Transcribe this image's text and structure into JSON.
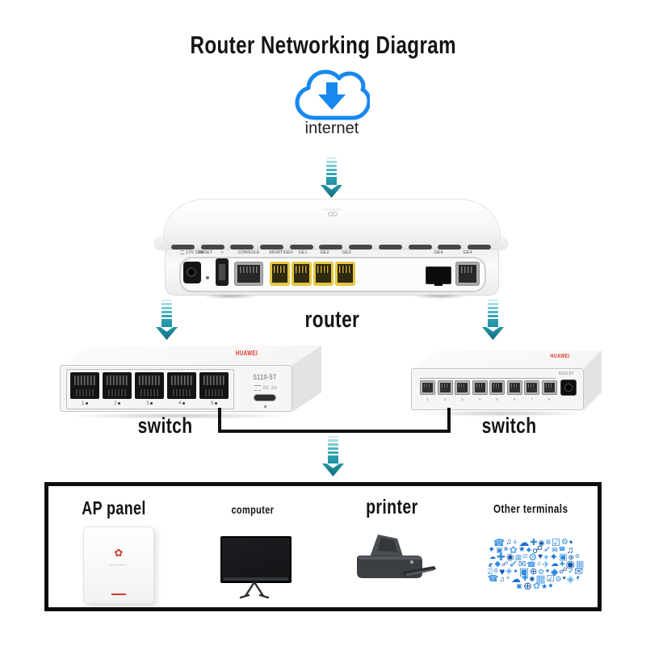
{
  "title": "Router Networking Diagram",
  "internet": {
    "label": "internet"
  },
  "router": {
    "label": "router",
    "brand": "HUAWEI",
    "ports": {
      "power": "12V 2.0A",
      "reset": "RESET",
      "console": "CONSOLE",
      "mgmt": "MGMT/GE0",
      "ge1": "GE1",
      "ge2": "GE2",
      "ge3": "GE3",
      "ge4_sfp": "GE4",
      "ge4_rj45": "GE4"
    }
  },
  "switch_left": {
    "label": "switch",
    "brand": "HUAWEI",
    "model": "S110-5T",
    "power_label": "5V, 1A",
    "ports": [
      "1",
      "2",
      "3",
      "4",
      "5"
    ]
  },
  "switch_right": {
    "label": "switch",
    "brand": "HUAWEI",
    "model": "S110-8T",
    "ports": [
      "1",
      "2",
      "3",
      "4",
      "5",
      "6",
      "7",
      "8"
    ]
  },
  "terminals": {
    "ap": {
      "label": "AP panel",
      "brand": "HUAWEI"
    },
    "computer": {
      "label": "computer"
    },
    "printer": {
      "label": "printer"
    },
    "other": {
      "label": "Other terminals"
    }
  },
  "other_terminals": {
    "glyphs": [
      "✉",
      "☎",
      "♫",
      "✈",
      "☁",
      "✚",
      "◉",
      "▦",
      "☑",
      "⚙",
      "♥",
      "◈",
      "✦",
      "▣",
      "⊕",
      "✿",
      "★",
      "◆",
      "☍",
      "✔"
    ],
    "glyph_colors": [
      "#1f6fd0",
      "#2f8de0",
      "#0f55a8",
      "#58a6ea"
    ]
  },
  "colors": {
    "arrow_teal": "#2499a9",
    "internet_blue": "#1788f0",
    "huawei_red": "#d2392b",
    "port_yellow": "#e4c23d"
  }
}
